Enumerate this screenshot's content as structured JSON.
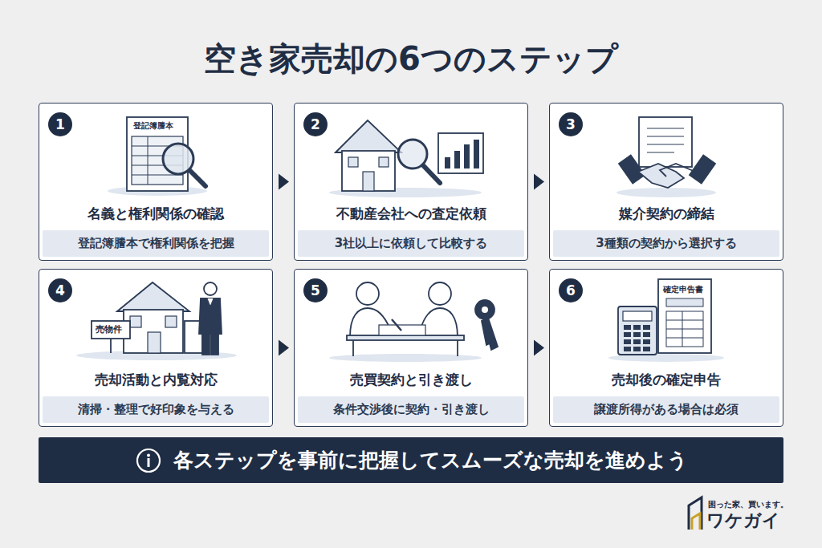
{
  "diagram": {
    "title": "空き家売却の6つのステップ",
    "nodes": [
      {
        "text": [
          "名義と権利関係の確認",
          "登記簿謄本で権利関係を把握"
        ]
      },
      {
        "text": [
          "1"
        ],
        "in": 0
      },
      {
        "text": [
          "不動産会社への査定依頼",
          "3社以上に依頼して比較する"
        ]
      },
      {
        "text": [
          "2"
        ],
        "in": 2
      },
      {
        "text": [
          "媒介契約の締結",
          "3種類の契約から選択する"
        ]
      },
      {
        "text": [
          "3"
        ],
        "in": 4
      },
      {
        "text": [
          "売却活動と内覧対応",
          "清掃・整理で好印象を与える"
        ]
      },
      {
        "text": [
          "4"
        ],
        "in": 6
      },
      {
        "text": [
          "売買契約と引き渡し",
          "条件交渉後に契約・引き渡し"
        ]
      },
      {
        "text": [
          "5"
        ],
        "in": 8
      },
      {
        "text": [
          "売却後の確定申告",
          "譲渡所得がある場合は必須"
        ]
      },
      {
        "text": [
          "6"
        ],
        "in": 10
      },
      {
        "text": [
          "各ステップを事前に把握してスムーズな売却を進めよう"
        ]
      }
    ],
    "edges": [
      {
        "from": 0,
        "to": 2,
        "arrow": "to"
      },
      {
        "from": 2,
        "to": 4,
        "arrow": "to"
      },
      {
        "from": 6,
        "to": 8,
        "arrow": "to"
      },
      {
        "from": 8,
        "to": 10,
        "arrow": "to"
      }
    ],
    "labels": [
      "登記簿謄本",
      "売物件",
      "確定申告書",
      "困った家、買います。",
      "ワケガイ"
    ]
  }
}
